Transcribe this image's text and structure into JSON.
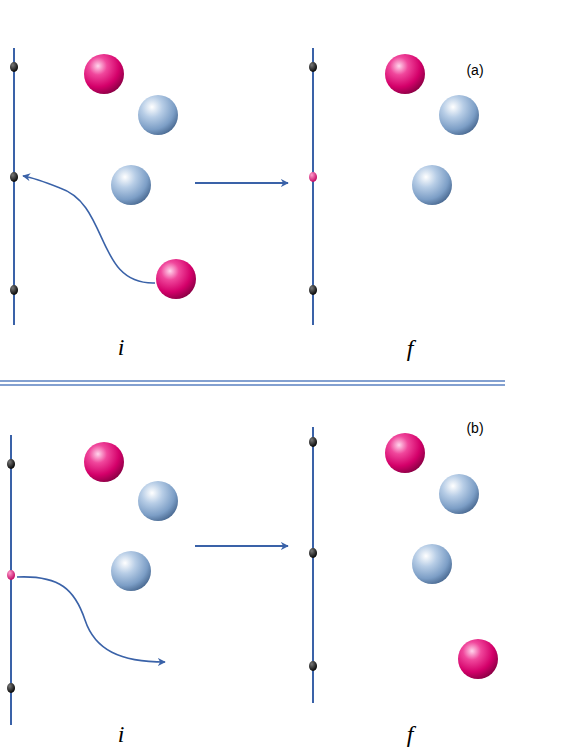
{
  "diagram": {
    "labels": [
      "(a)",
      "i",
      "f",
      "(b)",
      "i",
      "f"
    ]
  }
}
